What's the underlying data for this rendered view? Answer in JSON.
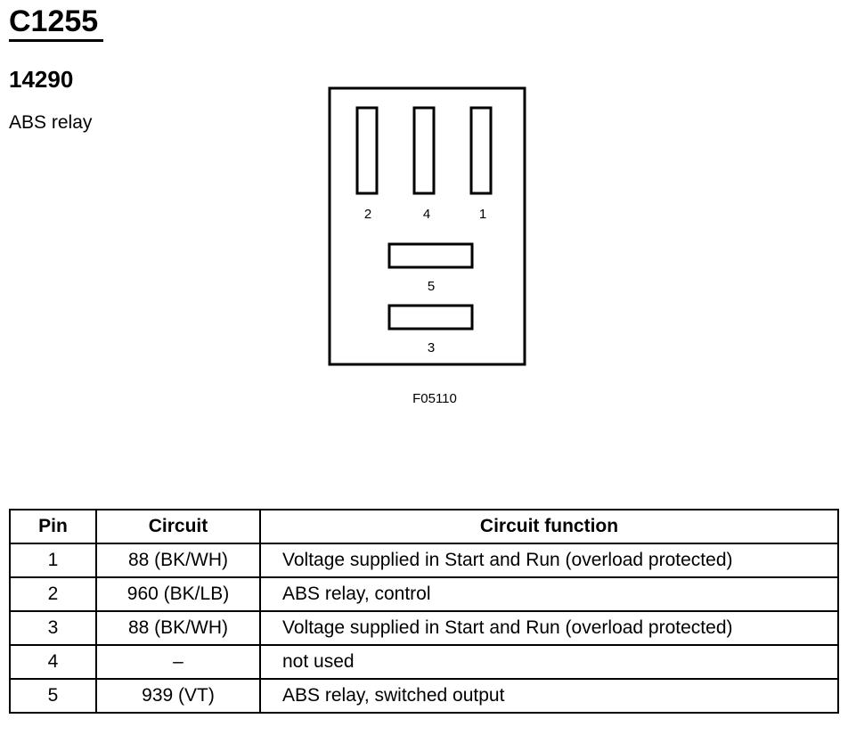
{
  "header": {
    "connector_id": "C1255",
    "part_number": "14290",
    "component_name": "ABS relay"
  },
  "diagram": {
    "pin_labels": [
      "2",
      "4",
      "1",
      "5",
      "3"
    ],
    "figure_id": "F05110"
  },
  "table": {
    "headers": [
      "Pin",
      "Circuit",
      "Circuit function"
    ],
    "rows": [
      {
        "pin": "1",
        "circuit": "88 (BK/WH)",
        "function": "Voltage supplied in Start and Run (overload protected)"
      },
      {
        "pin": "2",
        "circuit": "960 (BK/LB)",
        "function": "ABS relay, control"
      },
      {
        "pin": "3",
        "circuit": "88 (BK/WH)",
        "function": "Voltage supplied in Start and Run (overload protected)"
      },
      {
        "pin": "4",
        "circuit": "–",
        "function": "not used"
      },
      {
        "pin": "5",
        "circuit": "939 (VT)",
        "function": "ABS relay, switched output"
      }
    ]
  }
}
